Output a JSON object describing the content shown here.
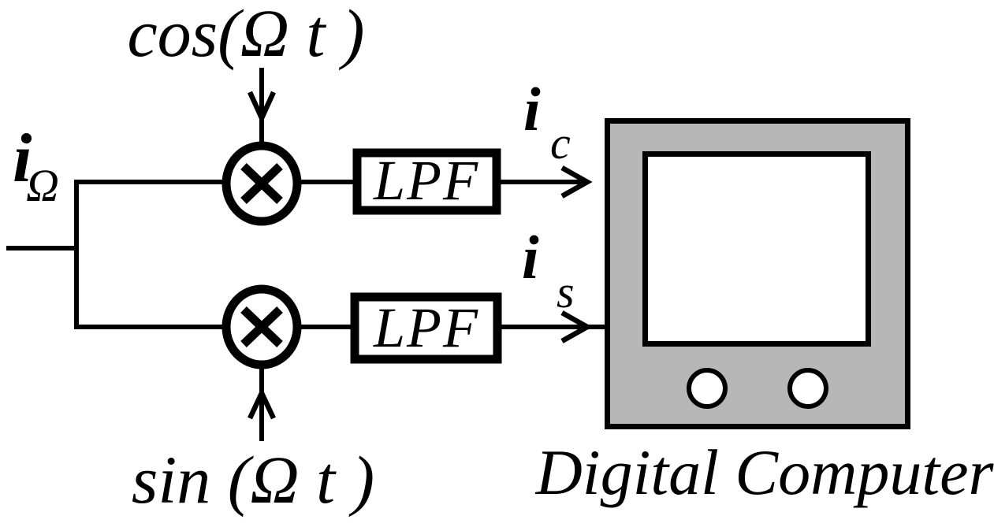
{
  "figure": {
    "labels": {
      "carrier_top": "cos(Ω t )",
      "carrier_bottom": "sin (Ω t )",
      "input_signal": {
        "base": "i",
        "subscript": "Ω"
      },
      "output_top": {
        "base": "i",
        "subscript": "c"
      },
      "output_bottom": {
        "base": "i",
        "subscript": "s"
      },
      "filter_top": "LPF",
      "filter_bottom": "LPF",
      "computer_caption": "Digital Computer"
    },
    "colors": {
      "ink": "#000000",
      "computer_body": "#b7b7b7",
      "panel_white": "#ffffff",
      "background": "#ffffff"
    }
  }
}
